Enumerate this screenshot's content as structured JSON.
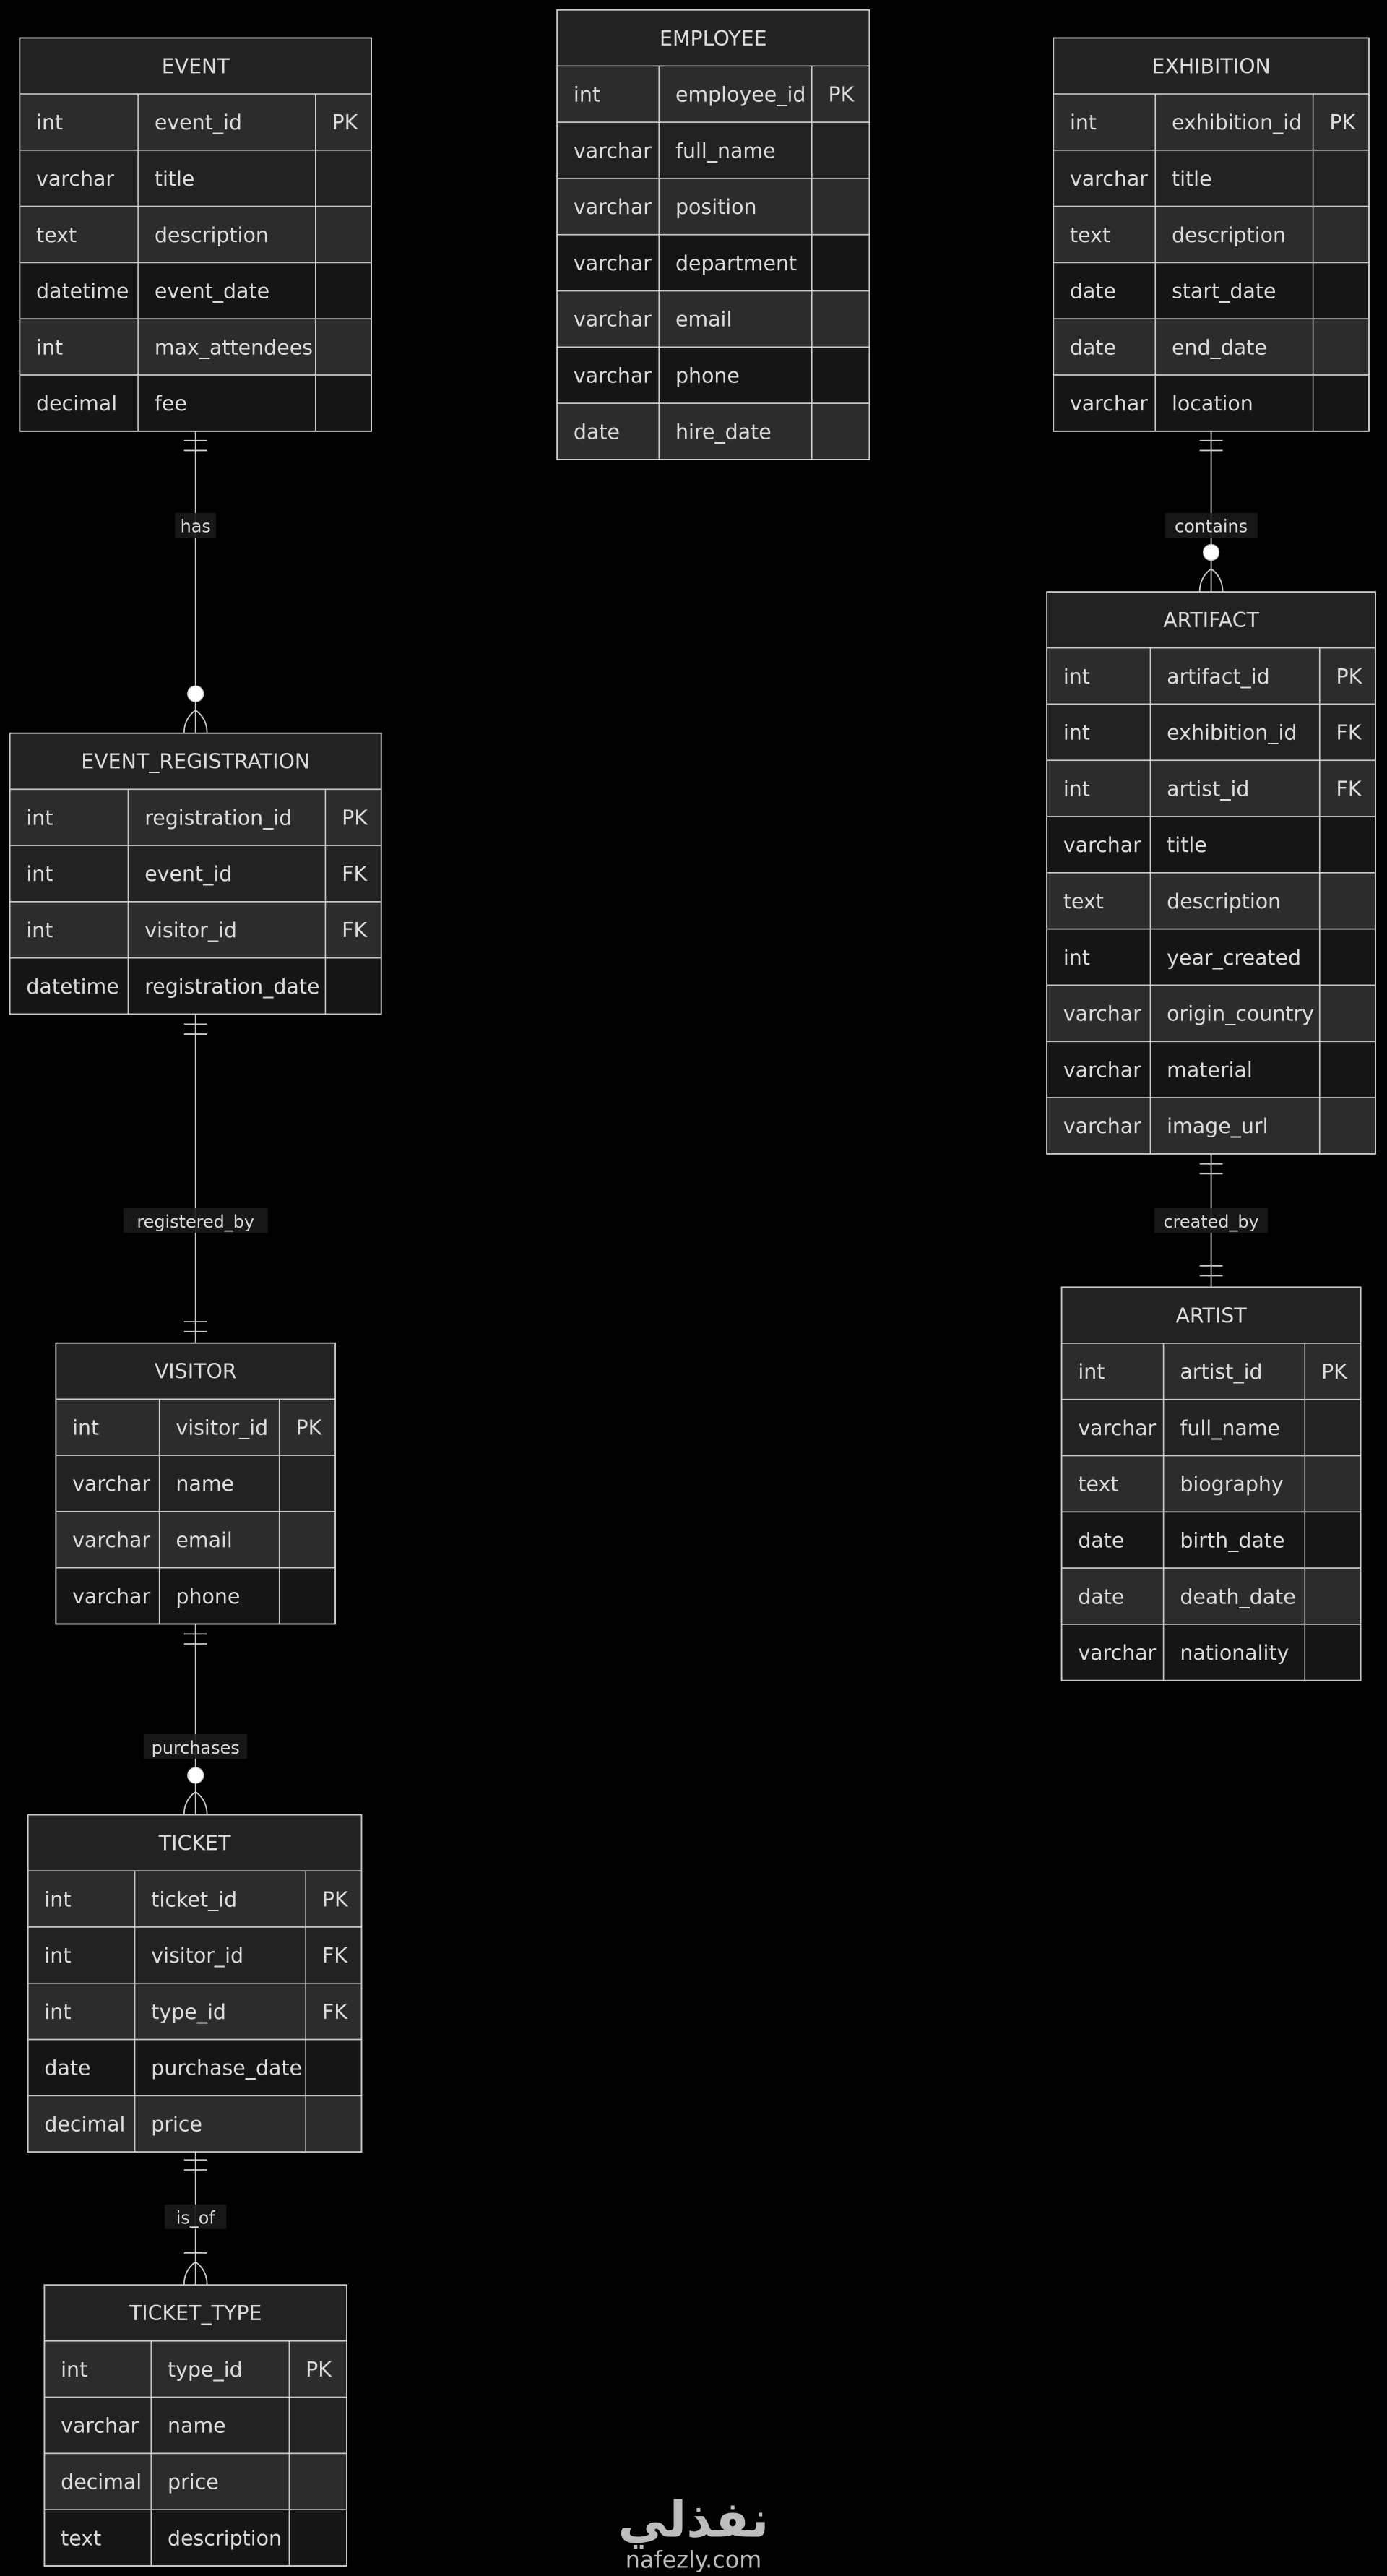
{
  "entities": [
    {
      "id": "event",
      "name": "EVENT",
      "rows": [
        [
          "int",
          "event_id",
          "PK"
        ],
        [
          "varchar",
          "title",
          ""
        ],
        [
          "text",
          "description",
          ""
        ],
        [
          "datetime",
          "event_date",
          ""
        ],
        [
          "int",
          "max_attendees",
          ""
        ],
        [
          "decimal",
          "fee",
          ""
        ]
      ]
    },
    {
      "id": "employee",
      "name": "EMPLOYEE",
      "rows": [
        [
          "int",
          "employee_id",
          "PK"
        ],
        [
          "varchar",
          "full_name",
          ""
        ],
        [
          "varchar",
          "position",
          ""
        ],
        [
          "varchar",
          "department",
          ""
        ],
        [
          "varchar",
          "email",
          ""
        ],
        [
          "varchar",
          "phone",
          ""
        ],
        [
          "date",
          "hire_date",
          ""
        ]
      ]
    },
    {
      "id": "exhibition",
      "name": "EXHIBITION",
      "rows": [
        [
          "int",
          "exhibition_id",
          "PK"
        ],
        [
          "varchar",
          "title",
          ""
        ],
        [
          "text",
          "description",
          ""
        ],
        [
          "date",
          "start_date",
          ""
        ],
        [
          "date",
          "end_date",
          ""
        ],
        [
          "varchar",
          "location",
          ""
        ]
      ]
    },
    {
      "id": "event-registration",
      "name": "EVENT_REGISTRATION",
      "rows": [
        [
          "int",
          "registration_id",
          "PK"
        ],
        [
          "int",
          "event_id",
          "FK"
        ],
        [
          "int",
          "visitor_id",
          "FK"
        ],
        [
          "datetime",
          "registration_date",
          ""
        ]
      ]
    },
    {
      "id": "artifact",
      "name": "ARTIFACT",
      "rows": [
        [
          "int",
          "artifact_id",
          "PK"
        ],
        [
          "int",
          "exhibition_id",
          "FK"
        ],
        [
          "int",
          "artist_id",
          "FK"
        ],
        [
          "varchar",
          "title",
          ""
        ],
        [
          "text",
          "description",
          ""
        ],
        [
          "int",
          "year_created",
          ""
        ],
        [
          "varchar",
          "origin_country",
          ""
        ],
        [
          "varchar",
          "material",
          ""
        ],
        [
          "varchar",
          "image_url",
          ""
        ]
      ]
    },
    {
      "id": "visitor",
      "name": "VISITOR",
      "rows": [
        [
          "int",
          "visitor_id",
          "PK"
        ],
        [
          "varchar",
          "name",
          ""
        ],
        [
          "varchar",
          "email",
          ""
        ],
        [
          "varchar",
          "phone",
          ""
        ]
      ]
    },
    {
      "id": "artist",
      "name": "ARTIST",
      "rows": [
        [
          "int",
          "artist_id",
          "PK"
        ],
        [
          "varchar",
          "full_name",
          ""
        ],
        [
          "text",
          "biography",
          ""
        ],
        [
          "date",
          "birth_date",
          ""
        ],
        [
          "date",
          "death_date",
          ""
        ],
        [
          "varchar",
          "nationality",
          ""
        ]
      ]
    },
    {
      "id": "ticket",
      "name": "TICKET",
      "rows": [
        [
          "int",
          "ticket_id",
          "PK"
        ],
        [
          "int",
          "visitor_id",
          "FK"
        ],
        [
          "int",
          "type_id",
          "FK"
        ],
        [
          "date",
          "purchase_date",
          ""
        ],
        [
          "decimal",
          "price",
          ""
        ]
      ]
    },
    {
      "id": "ticket-type",
      "name": "TICKET_TYPE",
      "rows": [
        [
          "int",
          "type_id",
          "PK"
        ],
        [
          "varchar",
          "name",
          ""
        ],
        [
          "decimal",
          "price",
          ""
        ],
        [
          "text",
          "description",
          ""
        ]
      ]
    }
  ],
  "relationships": [
    {
      "from": "EVENT",
      "to": "EVENT_REGISTRATION",
      "label": "has",
      "from_card": "exactly-one",
      "to_card": "zero-or-more"
    },
    {
      "from": "EXHIBITION",
      "to": "ARTIFACT",
      "label": "contains",
      "from_card": "exactly-one",
      "to_card": "zero-or-more"
    },
    {
      "from": "EVENT_REGISTRATION",
      "to": "VISITOR",
      "label": "registered_by",
      "from_card": "exactly-one",
      "to_card": "exactly-one"
    },
    {
      "from": "ARTIFACT",
      "to": "ARTIST",
      "label": "created_by",
      "from_card": "exactly-one",
      "to_card": "exactly-one"
    },
    {
      "from": "VISITOR",
      "to": "TICKET",
      "label": "purchases",
      "from_card": "exactly-one",
      "to_card": "zero-or-more"
    },
    {
      "from": "TICKET",
      "to": "TICKET_TYPE",
      "label": "is_of",
      "from_card": "exactly-one",
      "to_card": "one-or-more"
    }
  ],
  "watermark": {
    "arabic": "نفذلي",
    "latin": "nafezly.com"
  },
  "colors": {
    "background": "#000000",
    "header": "#222222",
    "row_odd": "#2c2c2c",
    "row_even": "#151515",
    "border": "#cccccc",
    "text": "#dcdcdc"
  }
}
